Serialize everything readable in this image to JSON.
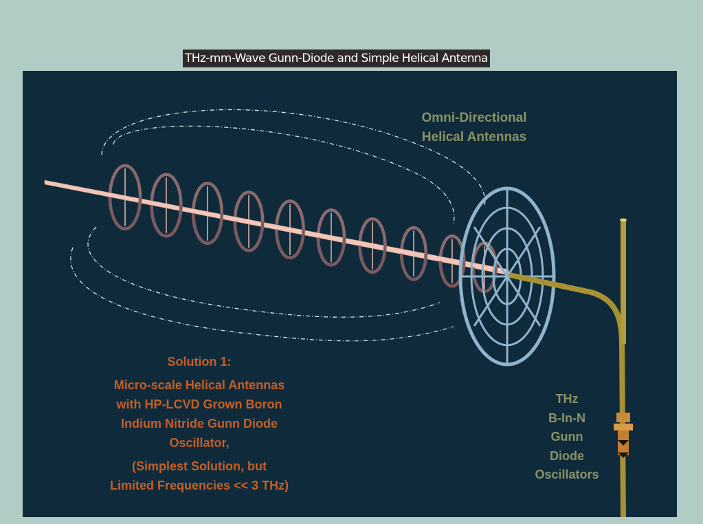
{
  "title": "THz-mm-Wave Gunn-Diode and Simple Helical Antenna",
  "labels": {
    "omni": [
      "Omni-Directional",
      "Helical Antennas"
    ],
    "solution_heading": "Solution 1:",
    "solution_lines": [
      "Micro-scale Helical Antennas",
      "with HP-LCVD Grown Boron",
      "Indium Nitride Gunn Diode",
      "Oscillator,"
    ],
    "solution_note": [
      "(Simplest Solution, but",
      "Limited Frequencies << 3 THz)"
    ],
    "oscillator": [
      "THz",
      "B-In-N",
      "Gunn",
      "Diode",
      "Oscillators"
    ]
  },
  "colors": {
    "background": "#b1cbc5",
    "panel": "#0f2b3b",
    "orange": "#c65e25",
    "olive": "#8b9266"
  }
}
